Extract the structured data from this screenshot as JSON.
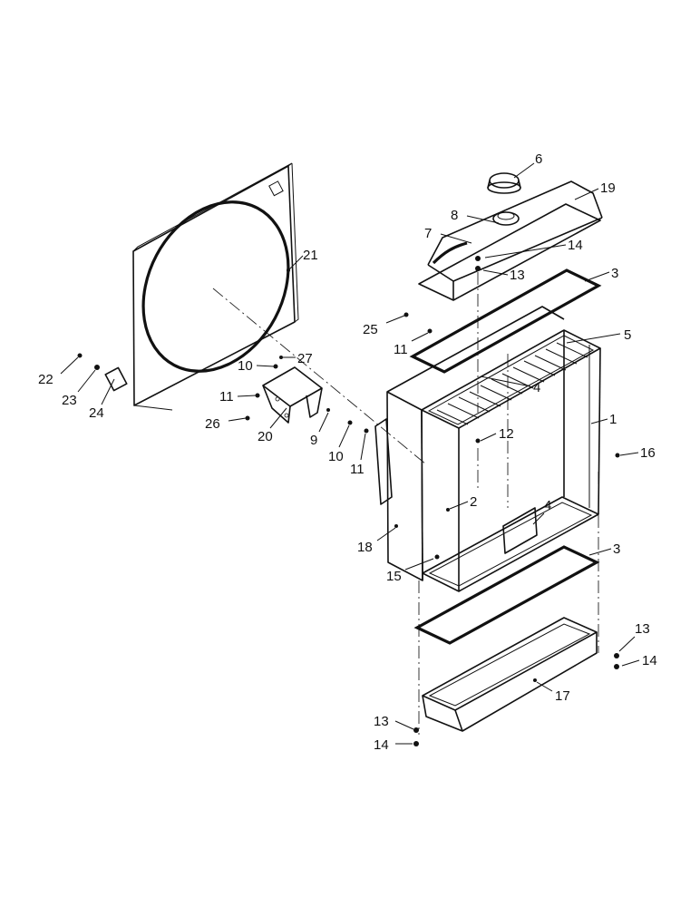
{
  "diagram": {
    "callouts": [
      {
        "id": "c6",
        "text": "6"
      },
      {
        "id": "c19",
        "text": "19"
      },
      {
        "id": "c8",
        "text": "8"
      },
      {
        "id": "c7",
        "text": "7"
      },
      {
        "id": "c14a",
        "text": "14"
      },
      {
        "id": "c13a",
        "text": "13"
      },
      {
        "id": "c3a",
        "text": "3"
      },
      {
        "id": "c21",
        "text": "21"
      },
      {
        "id": "c25",
        "text": "25"
      },
      {
        "id": "c11a",
        "text": "11"
      },
      {
        "id": "c5",
        "text": "5"
      },
      {
        "id": "c27",
        "text": "27"
      },
      {
        "id": "c10a",
        "text": "10"
      },
      {
        "id": "c22",
        "text": "22"
      },
      {
        "id": "c23",
        "text": "23"
      },
      {
        "id": "c24",
        "text": "24"
      },
      {
        "id": "c11b",
        "text": "11"
      },
      {
        "id": "c4a",
        "text": "4"
      },
      {
        "id": "c26",
        "text": "26"
      },
      {
        "id": "c20",
        "text": "20"
      },
      {
        "id": "c1",
        "text": "1"
      },
      {
        "id": "c12",
        "text": "12"
      },
      {
        "id": "c9",
        "text": "9"
      },
      {
        "id": "c10b",
        "text": "10"
      },
      {
        "id": "c11c",
        "text": "11"
      },
      {
        "id": "c16",
        "text": "16"
      },
      {
        "id": "c2",
        "text": "2"
      },
      {
        "id": "c4b",
        "text": "4"
      },
      {
        "id": "c18",
        "text": "18"
      },
      {
        "id": "c3b",
        "text": "3"
      },
      {
        "id": "c15",
        "text": "15"
      },
      {
        "id": "c13b",
        "text": "13"
      },
      {
        "id": "c14b",
        "text": "14"
      },
      {
        "id": "c17",
        "text": "17"
      },
      {
        "id": "c13c",
        "text": "13"
      },
      {
        "id": "c14c",
        "text": "14"
      }
    ]
  }
}
